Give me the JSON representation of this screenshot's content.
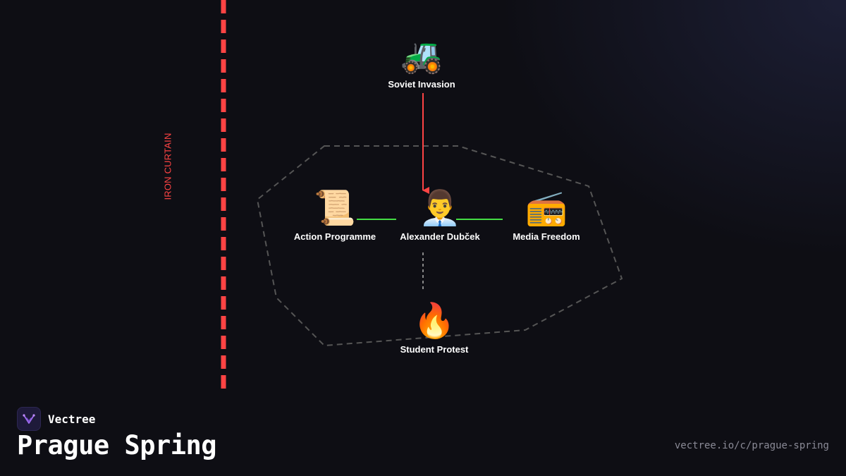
{
  "diagram": {
    "curtain_label": "IRON CURTAIN",
    "nodes": {
      "soviet_invasion": {
        "label": "Soviet Invasion",
        "icon": "tractor-icon",
        "glyph": "🚜"
      },
      "action_programme": {
        "label": "Action Programme",
        "icon": "scroll-icon",
        "glyph": "📜"
      },
      "dubcek": {
        "label": "Alexander Dubček",
        "icon": "office-worker-icon",
        "glyph": "👨‍💼"
      },
      "media_freedom": {
        "label": "Media Freedom",
        "icon": "radio-icon",
        "glyph": "📻"
      },
      "student_protest": {
        "label": "Student Protest",
        "icon": "fire-icon",
        "glyph": "🔥"
      }
    },
    "edges": [
      {
        "from": "soviet_invasion",
        "to": "dubcek",
        "style": "arrow",
        "color": "#ff4444"
      },
      {
        "from": "action_programme",
        "to": "dubcek",
        "style": "solid",
        "color": "#44dd44"
      },
      {
        "from": "dubcek",
        "to": "media_freedom",
        "style": "solid",
        "color": "#44dd44"
      },
      {
        "from": "dubcek",
        "to": "student_protest",
        "style": "dashed",
        "color": "#888888"
      }
    ],
    "colors": {
      "curtain": "#ff4444",
      "region": "#555555"
    }
  },
  "footer": {
    "brand_name": "Vectree",
    "title": "Prague Spring",
    "url": "vectree.io/c/prague-spring"
  }
}
